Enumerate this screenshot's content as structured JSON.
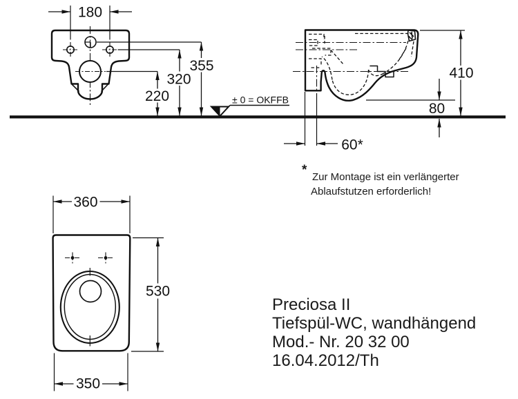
{
  "drawing": {
    "datum_label": "± 0 = OKFFB",
    "dimensions": {
      "front_hole_spacing": "180",
      "front_height_inlet": "355",
      "front_height_holes": "320",
      "front_height_outlet": "220",
      "side_total_height": "410",
      "side_bottom_clearance": "80",
      "side_outlet_offset": "60*",
      "plan_width_top": "360",
      "plan_depth": "530",
      "plan_width_front": "350"
    },
    "footnote": {
      "marker": "*",
      "line1": "Zur Montage ist ein verlängerter",
      "line2": "Ablaufstutzen erforderlich!"
    },
    "title_block": {
      "product_name": "Preciosa II",
      "product_type": "Tiefspül-WC, wandhängend",
      "model_number": "Mod.- Nr. 20 32 00",
      "date_revision": "16.04.2012/Th"
    },
    "colors": {
      "line": "#111111",
      "background": "#ffffff"
    }
  }
}
